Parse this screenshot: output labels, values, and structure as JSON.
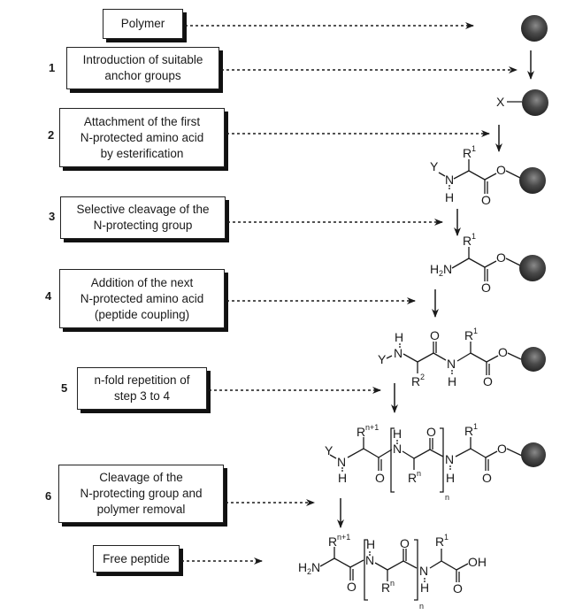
{
  "title": "Solid-phase peptide synthesis scheme",
  "start": {
    "label": "Polymer"
  },
  "steps": [
    {
      "number": "1",
      "text": "Introduction of suitable\nanchor groups"
    },
    {
      "number": "2",
      "text": "Attachment of the first\nN-protected amino acid\nby esterification"
    },
    {
      "number": "3",
      "text": "Selective cleavage of the\nN-protecting group"
    },
    {
      "number": "4",
      "text": "Addition of the next\nN-protected amino acid\n(peptide coupling)"
    },
    {
      "number": "5",
      "text": "n-fold repetition of\nstep 3 to 4"
    },
    {
      "number": "6",
      "text": "Cleavage of the\nN-protecting group and\npolymer removal"
    }
  ],
  "end": {
    "label": "Free peptide"
  },
  "structures": {
    "anchor": {
      "group": "X"
    },
    "protecting_group": "Y",
    "atoms": {
      "N": "N",
      "H": "H",
      "O": "O",
      "R": "R",
      "OH": "OH",
      "H2N_main": "H",
      "two": "2",
      "N_after_H2": "N"
    },
    "superscripts": {
      "r1": "1",
      "r2": "2",
      "rn": "n",
      "rn1": "n+1",
      "repeat": "n"
    }
  },
  "colors": {
    "line": "#1a1a1a",
    "sphere_dark": "#2e2e2e",
    "sphere_light": "#8a8a8a",
    "box_shadow": "#111111"
  }
}
